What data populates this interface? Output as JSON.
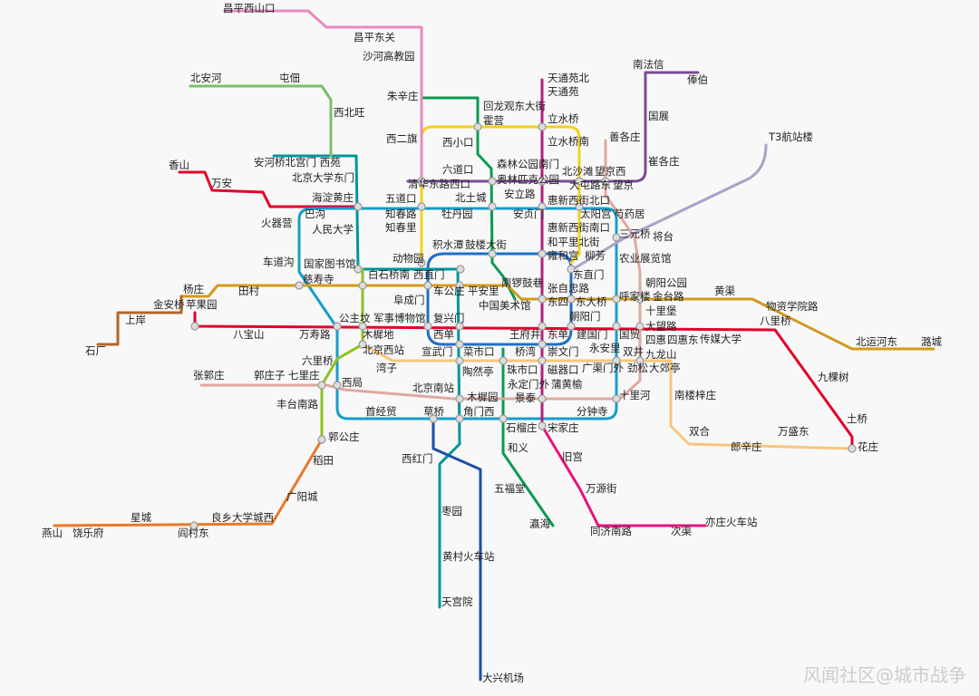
{
  "lines": [
    {
      "id": "line1-batong",
      "color": "#e3002b"
    },
    {
      "id": "xijiao",
      "color": "#e3002b"
    },
    {
      "id": "line2",
      "color": "#1f6fc5"
    },
    {
      "id": "line10",
      "color": "#159ecb"
    },
    {
      "id": "line4",
      "color": "#00959d"
    },
    {
      "id": "daxing-airport",
      "color": "#1e4ea5"
    },
    {
      "id": "line5",
      "color": "#b0227c"
    },
    {
      "id": "yizhuang",
      "color": "#e6137e"
    },
    {
      "id": "line13",
      "color": "#f4d11c"
    },
    {
      "id": "line8-north",
      "color": "#0c9a52"
    },
    {
      "id": "line8-south",
      "color": "#0c9a52"
    },
    {
      "id": "line15",
      "color": "#7b4b97"
    },
    {
      "id": "line14-east",
      "color": "#e0a8a0"
    },
    {
      "id": "line14-west",
      "color": "#e0a8a0"
    },
    {
      "id": "line6",
      "color": "#d39a1a"
    },
    {
      "id": "s1",
      "color": "#b4652a"
    },
    {
      "id": "line9",
      "color": "#8dc21f"
    },
    {
      "id": "line7",
      "color": "#f8c67a"
    },
    {
      "id": "fangshan",
      "color": "#e9782c"
    },
    {
      "id": "changping",
      "color": "#e88ac0"
    },
    {
      "id": "line16",
      "color": "#7abf6a"
    },
    {
      "id": "airport-express",
      "color": "#a9a3c7"
    }
  ],
  "stations": [
    "昌平西山口",
    "昌平东关",
    "沙河高教园",
    "北安河",
    "屯佃",
    "南法信",
    "俸伯",
    "天通苑北",
    "天通苑",
    "西北旺",
    "朱辛庄",
    "回龙观东大街",
    "霍营",
    "立水桥",
    "国展",
    "西二旗",
    "西小口",
    "立水桥南",
    "善各庄",
    "T3航站楼",
    "崔各庄",
    "香山",
    "安河桥北宫门 西苑",
    "北京大学东门",
    "六道口",
    "森林公园南门",
    "奥林匹克公园",
    "北沙滩",
    "大屯路东",
    "望京西",
    "望京",
    "万安",
    "清华东路西口",
    "安立路",
    "惠新西街北口",
    "海淀黄庄",
    "五道口",
    "知春路",
    "北土城",
    "太阳宫",
    "巴沟",
    "知春里",
    "牡丹园",
    "安贞门",
    "惠新西街南口",
    "芍药居",
    "火器营",
    "人民大学",
    "三元桥",
    "将台",
    "和平里北街",
    "积水潭",
    "鼓楼大街",
    "雍和宫",
    "柳芳",
    "车道沟",
    "动物园",
    "农业展览馆",
    "国家图书馆",
    "杨庄",
    "白石桥南",
    "西直门",
    "慈寿寺",
    "东直门",
    "南锣鼓巷",
    "张自忠路",
    "朝阳公园",
    "田村",
    "金安桥",
    "苹果园",
    "车公庄",
    "平安里",
    "东四",
    "东大桥",
    "呼家楼",
    "金台路",
    "黄渠",
    "物资学院路",
    "阜成门",
    "中国美术馆",
    "朝阳门",
    "十里堡",
    "上岸",
    "公主坟",
    "军事博物馆",
    "复兴门",
    "大望路",
    "八里桥",
    "八宝山",
    "万寿路",
    "木樨地",
    "北京西站",
    "西单",
    "王府井",
    "东单",
    "建国门",
    "永安里",
    "国贸",
    "四惠",
    "四惠东",
    "传媒大学",
    "北运河东",
    "潞城",
    "石厂",
    "六里桥",
    "宣武门",
    "菜市口",
    "桥湾",
    "崇文门",
    "双井",
    "九龙山",
    "湾子",
    "张郭庄",
    "郭庄子",
    "七里庄",
    "陶然亭",
    "珠市口",
    "磁器口",
    "广渠门外",
    "劲松",
    "大郊亭",
    "九棵树",
    "西局",
    "北京南站",
    "永定门外",
    "蒲黄榆",
    "南楼梓庄",
    "十里河",
    "丰台南路",
    "木樨园",
    "景泰",
    "首经贸",
    "草桥",
    "角门西",
    "分钟寺",
    "土桥",
    "石榴庄",
    "宋家庄",
    "双合",
    "万盛东",
    "郭公庄",
    "花庄",
    "和义",
    "郎辛庄",
    "旧宫",
    "稻田",
    "西红门",
    "五福堂",
    "万源街",
    "广阳城",
    "枣园",
    "星城",
    "良乡大学城西",
    "燕山",
    "饶乐府",
    "阎村东",
    "瀛海",
    "同济南路",
    "亦庄火车站",
    "次渠",
    "黄村火车站",
    "天宫院",
    "大兴机场"
  ],
  "watermark": "风闻社区@城市战争"
}
